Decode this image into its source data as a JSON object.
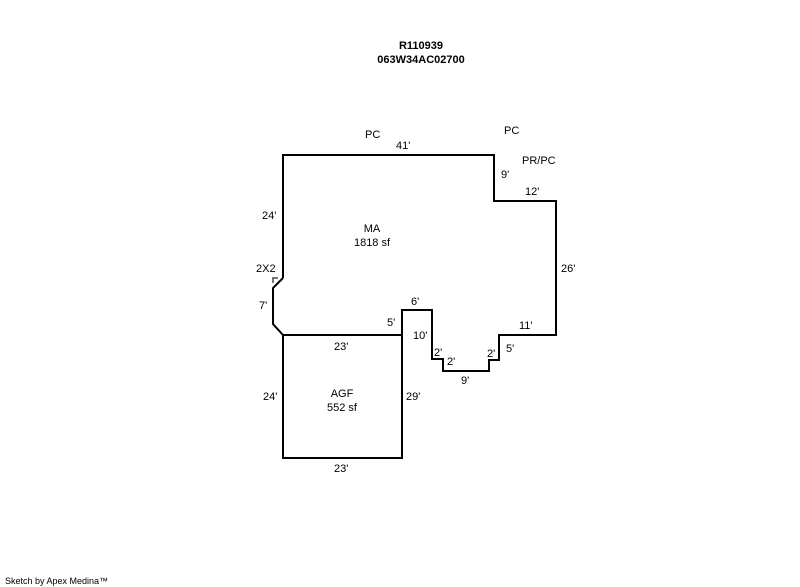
{
  "header": {
    "account": "R110939",
    "map_tax_lot": "063W34AC02700"
  },
  "areas": [
    {
      "code": "MA",
      "size": "1818 sf"
    },
    {
      "code": "AGF",
      "size": "552 sf"
    }
  ],
  "notes": {
    "pc_left": "PC",
    "pc_right": "PC",
    "pr_pc": "PR/PC",
    "two_by_two": "2X2"
  },
  "dimensions": {
    "top": "41'",
    "step_down": "9'",
    "step_right": "12'",
    "right": "26'",
    "bottom_right": "11'",
    "notch_5": "5'",
    "notch_2a": "2'",
    "notch_9": "9'",
    "notch_2b": "2'",
    "notch_2c": "2'",
    "notch_10": "10'",
    "notch_6": "6'",
    "notch_5b": "5'",
    "left_upper": "24'",
    "left_7": "7'",
    "agf_top": "23'",
    "agf_left": "24'",
    "agf_right": "29'",
    "agf_bottom": "23'"
  },
  "footer": {
    "credit": "Sketch by Apex Medina™"
  }
}
